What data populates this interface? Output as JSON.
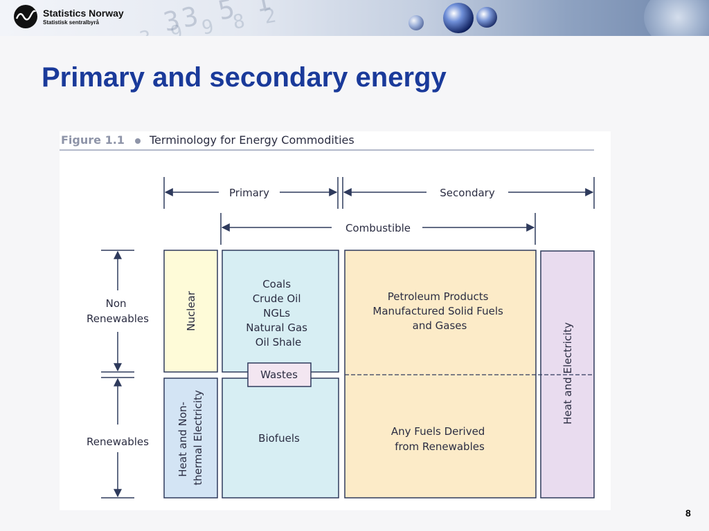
{
  "header": {
    "logo_name": "Statistics Norway",
    "logo_subtitle": "Statistisk sentralbyrå"
  },
  "slide": {
    "title": "Primary and secondary energy",
    "page_number": "8"
  },
  "figure": {
    "caption_label": "Figure 1.1",
    "caption_title": "Terminology for Energy Commodities",
    "arrows": {
      "primary": "Primary",
      "secondary": "Secondary",
      "combustible": "Combustible"
    },
    "rows": {
      "non_renewables": [
        "Non",
        "Renewables"
      ],
      "renewables": "Renewables"
    },
    "boxes": {
      "nuclear": "Nuclear",
      "heat_nonthermal": [
        "Heat and Non-",
        "thermal Electricity"
      ],
      "primary_fossil": [
        "Coals",
        "Crude Oil",
        "NGLs",
        "Natural Gas",
        "Oil Shale"
      ],
      "wastes": "Wastes",
      "biofuels": "Biofuels",
      "secondary_fossil": [
        "Petroleum Products",
        "Manufactured Solid Fuels",
        "and Gases"
      ],
      "secondary_renewable": [
        "Any Fuels Derived",
        "from Renewables"
      ],
      "heat_electricity": "Heat and Electricity"
    },
    "colors": {
      "nuclear": "#fefbd8",
      "primary_fuels": "#d7eef3",
      "heat_nonthermal": "#d3e4f4",
      "secondary": "#fcebc8",
      "heat_electricity": "#e9dcef",
      "wastes": "#f3e6f1",
      "line": "#2e3a5c",
      "text": "#2b2d42"
    }
  }
}
